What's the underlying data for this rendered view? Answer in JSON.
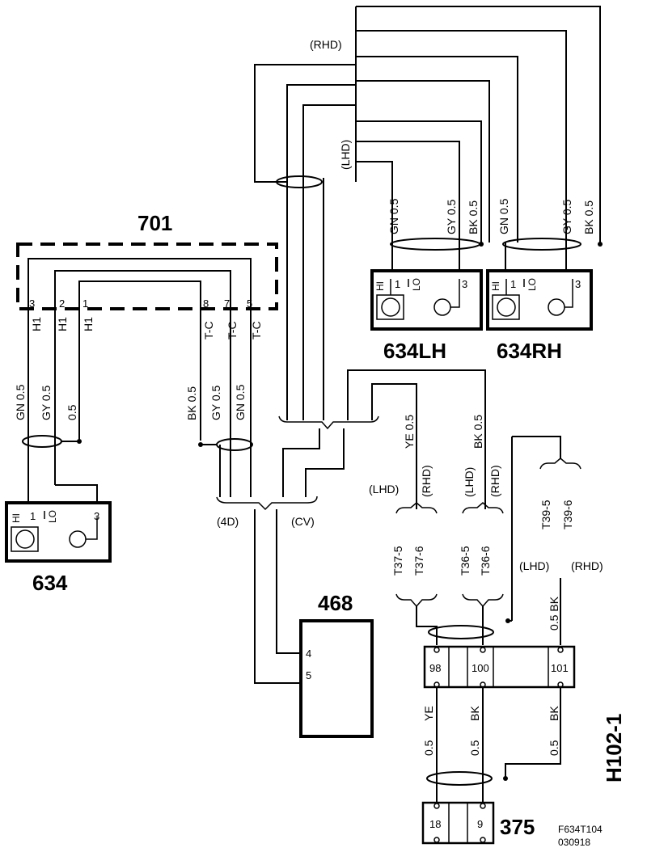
{
  "components": {
    "c701": "701",
    "c634": "634",
    "c634lh": "634LH",
    "c634rh": "634RH",
    "c468": "468",
    "c375": "375",
    "h102": "H102-1"
  },
  "variants": {
    "rhd": "(RHD)",
    "lhd": "(LHD)",
    "d4": "(4D)",
    "cv": "(CV)"
  },
  "lamp": {
    "hi": "HI",
    "lo": "LO",
    "pin1": "1",
    "pin3": "3"
  },
  "c701_pins": [
    "3",
    "2",
    "1",
    "8",
    "7",
    "5"
  ],
  "c701_signals": [
    "H1",
    "H1",
    "H1",
    "T-C",
    "T-C",
    "T-C"
  ],
  "wires_634": [
    "GN 0.5",
    "GY 0.5",
    "0.5"
  ],
  "wires_center": [
    "BK 0.5",
    "GY 0.5",
    "GN 0.5"
  ],
  "wires_634lh": [
    "GN 0.5",
    "GY 0.5",
    "BK 0.5"
  ],
  "wires_634rh": [
    "GN 0.5",
    "GY 0.5",
    "BK 0.5"
  ],
  "wire_ye": "YE 0.5",
  "wire_bk": "BK 0.5",
  "wire_bk_right": "0.5 BK",
  "terminals": {
    "t37_5": "T37-5",
    "t37_6": "T37-6",
    "t36_5": "T36-5",
    "t36_6": "T36-6",
    "t39_5": "T39-5",
    "t39_6": "T39-6"
  },
  "c468_pins": [
    "4",
    "5"
  ],
  "h102_pins": [
    "98",
    "100",
    "101"
  ],
  "c375_pins": [
    "18",
    "9"
  ],
  "bottom_wires": {
    "ye": "YE",
    "bk": "BK",
    "size": "0.5"
  },
  "ref": {
    "code": "F634T104",
    "date": "030918"
  }
}
